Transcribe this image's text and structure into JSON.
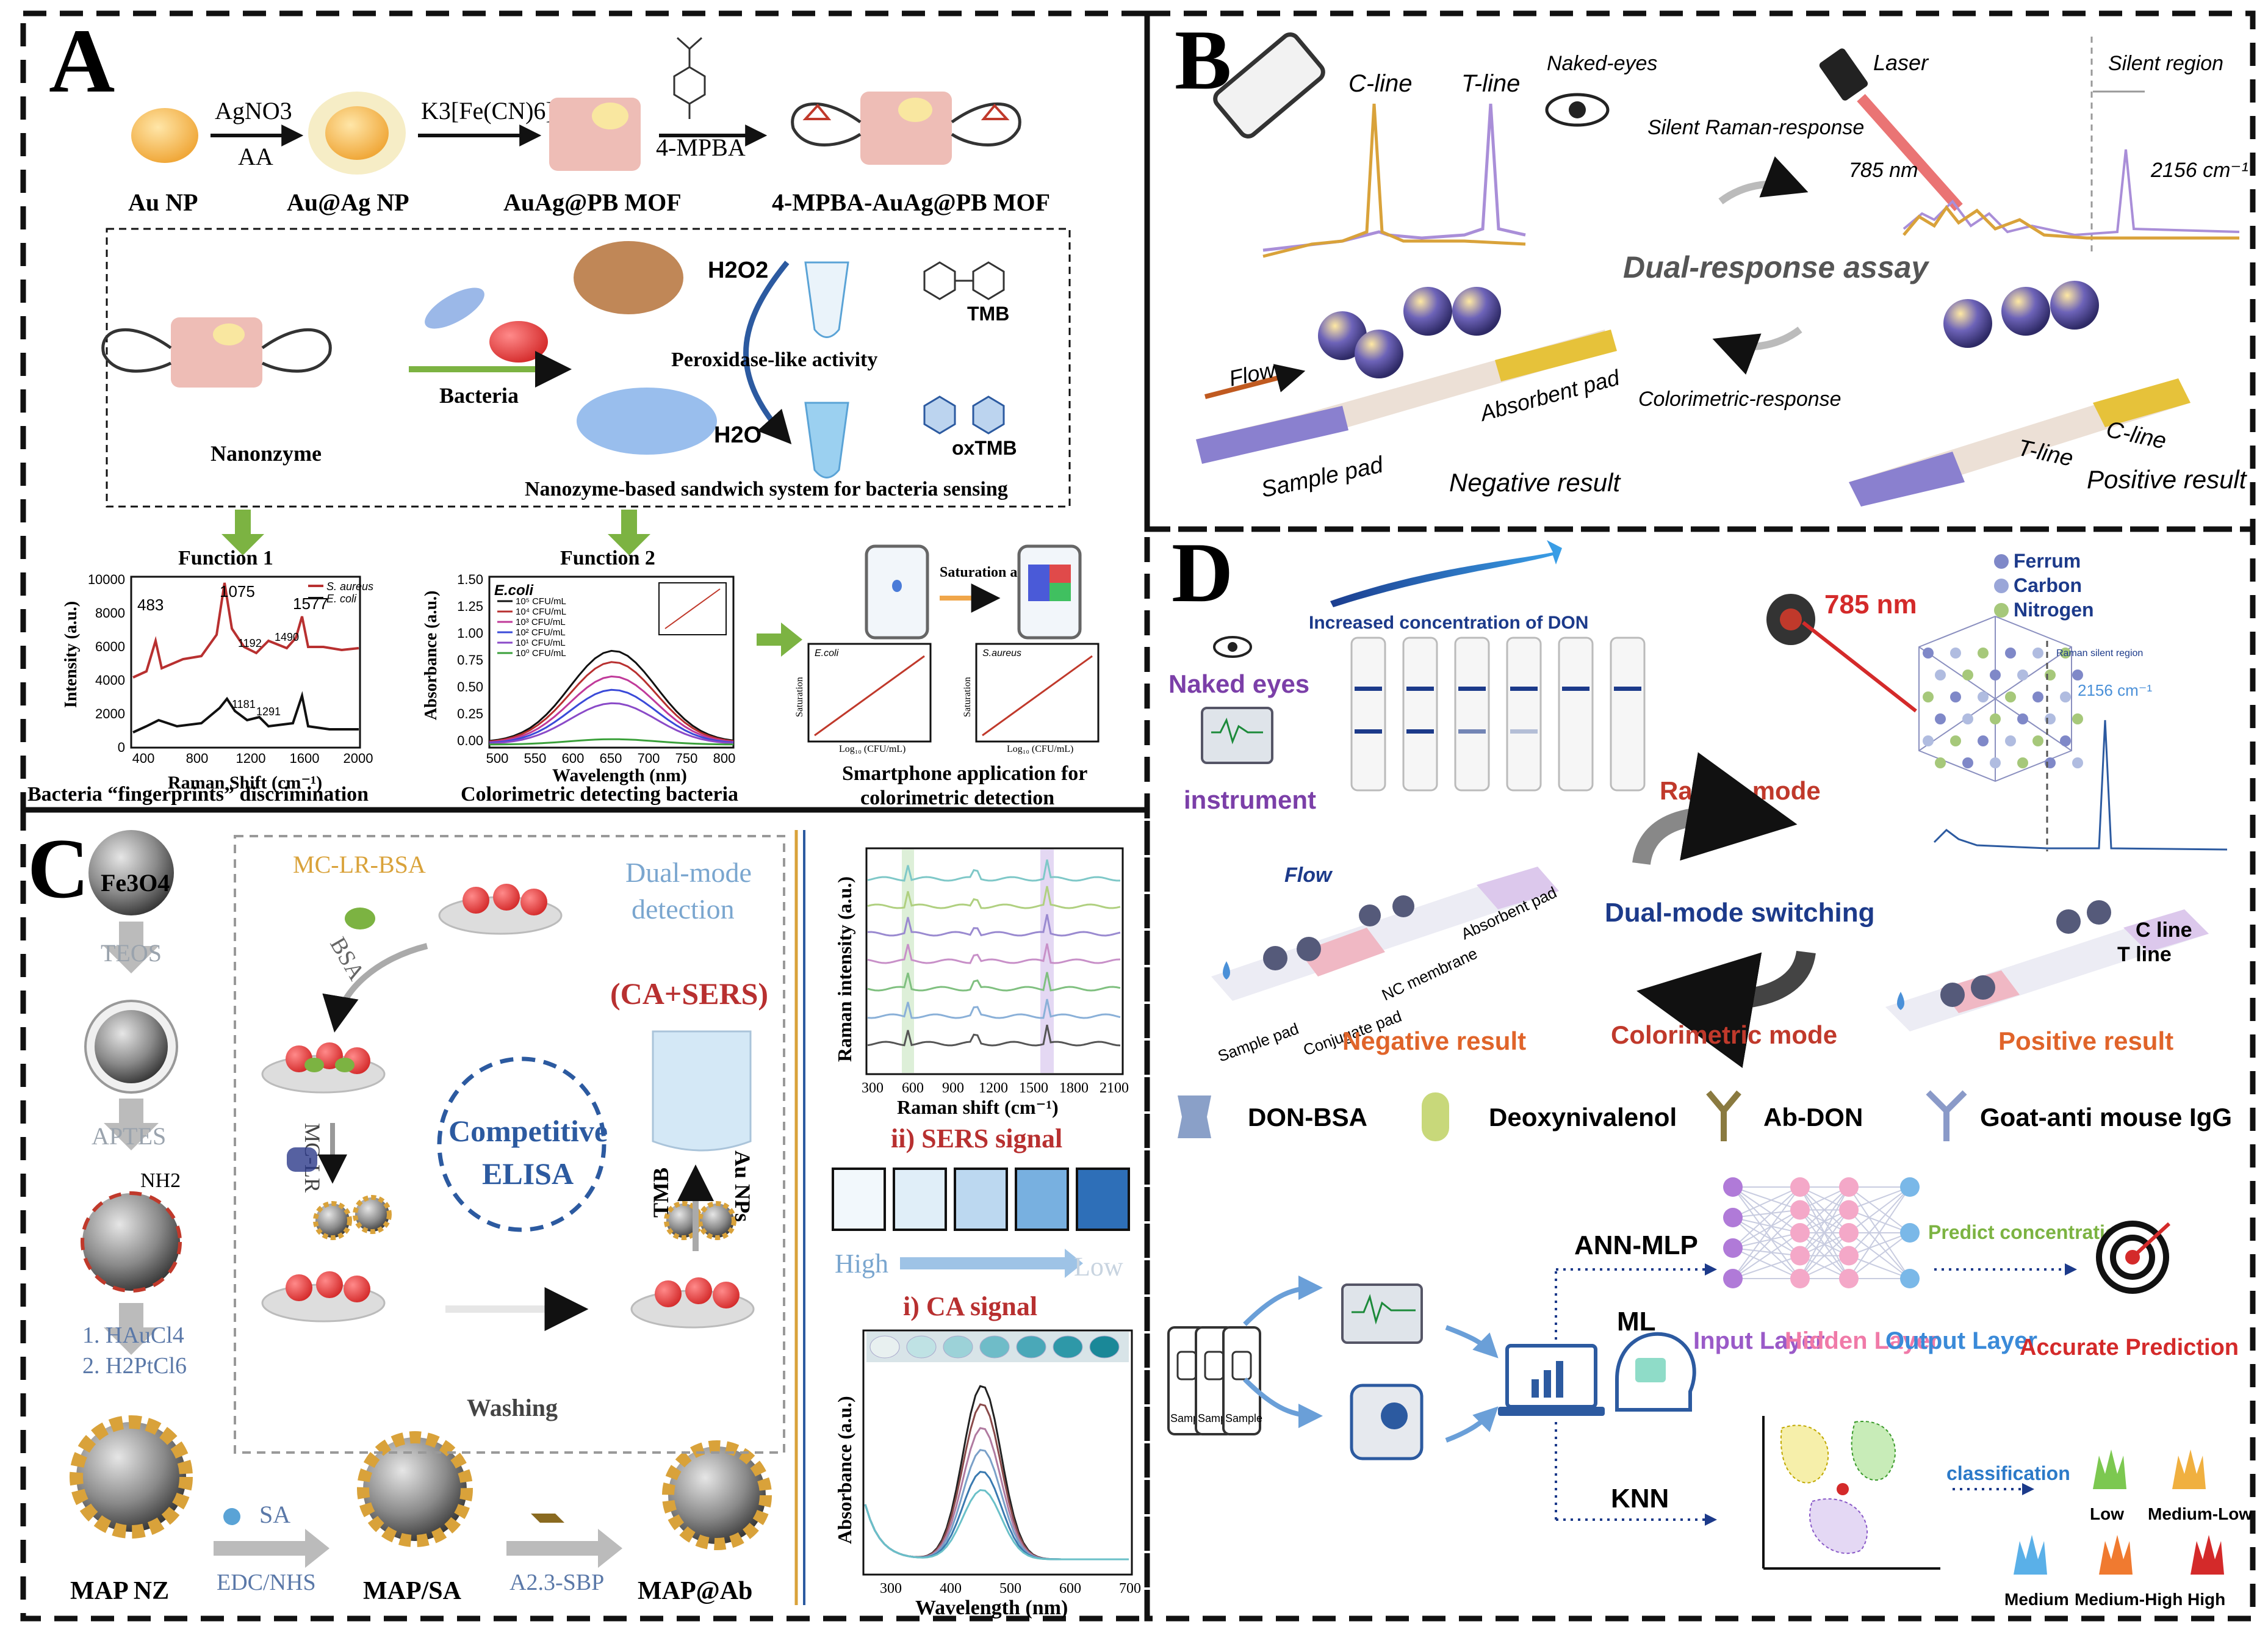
{
  "colors": {
    "gold": "#f2b450",
    "gold_line": "#d9a23a",
    "purple_line": "#a98ed8",
    "pink_mof": "#e8b4b4",
    "blue_arrow": "#2c5aa0",
    "dark_red": "#c0392b",
    "orange_label": "#e0642a",
    "green_arrow": "#7cb342",
    "purple_label": "#7b3fa8",
    "raman_red": "#cc1f1f",
    "navy": "#1c3a8a",
    "gray_text": "#9aa3ad"
  },
  "panelA": {
    "letter": "A",
    "reagents": {
      "agno3": "AgNO3",
      "aa": "AA",
      "kfecn": "K3[Fe(CN)6]",
      "mpba": "4-MPBA"
    },
    "particles": [
      "Au NP",
      "Au@Ag NP",
      "AuAg@PB MOF",
      "4-MPBA-AuAg@PB MOF"
    ],
    "h2o2": "H2O2",
    "h2o": "H2O",
    "tmb": "TMB",
    "oxtmb": "oxTMB",
    "peroxidase": "Peroxidase-like activity",
    "bacteria": "Bacteria",
    "nanozyme": "Nanonzyme",
    "sandwich": "Nanozyme-based sandwich system for bacteria sensing",
    "function1": "Function 1",
    "function2": "Function 2",
    "raman_ylabel": "Intensity (a.u.)",
    "raman_xlabel": "Raman Shift (cm⁻¹)",
    "raman_yticks": [
      "10000",
      "8000",
      "6000",
      "4000",
      "2000",
      "0"
    ],
    "raman_xticks": [
      "400",
      "800",
      "1200",
      "1600",
      "2000"
    ],
    "raman_peaks": [
      "483",
      "1075",
      "1192",
      "1490",
      "1577",
      "1181",
      "1291"
    ],
    "legend_saureus": "S. aureus",
    "legend_ecoli": "E. coli",
    "abs_ylabel": "Absorbance (a.u.)",
    "abs_xlabel": "Wavelength (nm)",
    "abs_yticks": [
      "1.50",
      "1.25",
      "1.00",
      "0.75",
      "0.50",
      "0.25",
      "0.00"
    ],
    "abs_xticks": [
      "500",
      "550",
      "600",
      "650",
      "700",
      "750",
      "800"
    ],
    "abs_title": "E.coli",
    "abs_legend": [
      "10⁵ CFU/mL",
      "10⁴ CFU/mL",
      "10³ CFU/mL",
      "10² CFU/mL",
      "10¹ CFU/mL",
      "10⁰ CFU/mL"
    ],
    "saturation_analysis": "Saturation analysis",
    "cap1": "Bacteria “fingerprints” discrimination",
    "cap2": "Colorimetric detecting bacteria",
    "cap3a": "Smartphone application for",
    "cap3b": "colorimetric detection",
    "sat_ylabel": "Saturation",
    "sat_xlabel": "Log₁₀ (CFU/mL)",
    "sat1_title": "E.coli",
    "sat2_title": "S.aureus"
  },
  "panelB": {
    "letter": "B",
    "cline": "C-line",
    "tline": "T-line",
    "naked": "Naked-eyes",
    "laser": "Laser",
    "silent_region": "Silent region",
    "silent_raman": "Silent Raman-response",
    "nm785": "785 nm",
    "cm2156": "2156 cm⁻¹",
    "dual": "Dual-response assay",
    "colorimetric": "Colorimetric-response",
    "flow": "Flow",
    "absorbent": "Absorbent pad",
    "sample": "Sample pad",
    "negative": "Negative result",
    "tline2": "T-line",
    "cline2": "C-line",
    "positive": "Positive result"
  },
  "panelC": {
    "letter": "C",
    "fe3o4": "Fe3O4",
    "teos": "TEOS",
    "aptes": "APTES",
    "nh2": "NH2",
    "haucl": "1. HAuCl4",
    "hptcl": "2. H2PtCl6",
    "mapnz": "MAP NZ",
    "sa": "SA",
    "edc": "EDC/NHS",
    "mapsa": "MAP/SA",
    "a23": "A2.3-SBP",
    "mapab": "MAP@Ab",
    "mclrbsa": "MC-LR-BSA",
    "dualmode": "Dual-mode",
    "detection": "detection",
    "bsa": "BSA",
    "mclr": "MC-LR",
    "casers": "(CA+SERS)",
    "competitive": "Competitive",
    "elisa": "ELISA",
    "tmb": "TMB",
    "aunps": "Au NPs",
    "washing": "Washing",
    "raman_ylabel": "Raman intensity (a.u.)",
    "raman_xlabel": "Raman shift (cm⁻¹)",
    "raman_xticks": [
      "300",
      "600",
      "900",
      "1200",
      "1500",
      "1800",
      "2100"
    ],
    "sers": "ii) SERS signal",
    "high": "High",
    "low": "Low",
    "ca": "i) CA signal",
    "abs_ylabel": "Absorbance (a.u.)",
    "abs_xlabel": "Wavelength (nm)",
    "abs_xticks": [
      "300",
      "400",
      "500",
      "600",
      "700"
    ]
  },
  "panelD": {
    "letter": "D",
    "increased": "Increased concentration of DON",
    "naked": "Naked eyes",
    "instrument": "instrument",
    "nm785": "785 nm",
    "ferrum": "Ferrum",
    "carbon": "Carbon",
    "nitrogen": "Nitrogen",
    "raman_silent": "Raman silent region",
    "cm2156": "2156 cm⁻¹",
    "raman_mode": "Raman mode",
    "dual_switch": "Dual-mode switching",
    "colorimetric_mode": "Colorimetric mode",
    "flow": "Flow",
    "sample_pad": "Sample pad",
    "conjugate_pad": "Conjugate pad",
    "nc_membrane": "NC membrane",
    "absorbent_pad": "Absorbent pad",
    "negative": "Negative result",
    "positive": "Positive result",
    "cline": "C line",
    "tline": "T line",
    "legend": [
      "DON-BSA",
      "Deoxynivalenol",
      "Ab-DON",
      "Goat-anti mouse IgG"
    ],
    "ann": "ANN-MLP",
    "ml": "ML",
    "knn": "KNN",
    "input": "Input Layer",
    "hidden": "Hidden Layer",
    "output": "Output Layer",
    "predict": "Predict concentration",
    "accurate": "Accurate Prediction",
    "classification": "classification",
    "classes": [
      "Low",
      "Medium-Low",
      "Medium",
      "Medium-High",
      "High"
    ],
    "samples": [
      "Sampl",
      "Sampl",
      "Sample"
    ]
  }
}
